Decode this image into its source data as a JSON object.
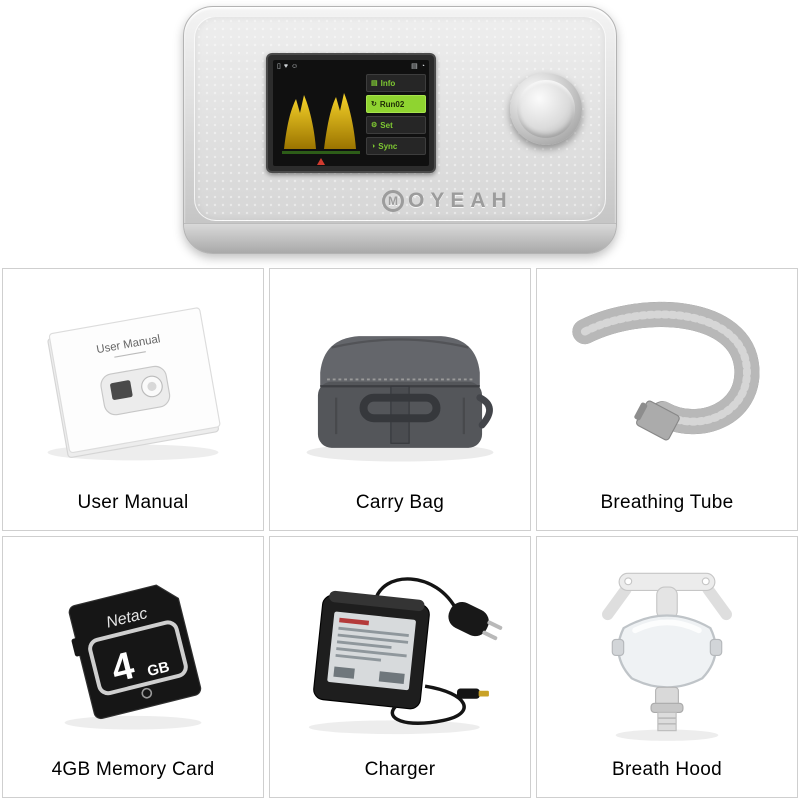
{
  "device": {
    "brand_initial": "M",
    "brand_rest": "OYEAH",
    "screen": {
      "status_left": [
        "▯",
        "♥",
        "☺"
      ],
      "status_right": [
        "▤",
        "◔"
      ],
      "menu_items": [
        {
          "icon": "▤",
          "label": "Info",
          "active": false
        },
        {
          "icon": "↻",
          "label": "Run02",
          "active": true
        },
        {
          "icon": "⚙",
          "label": "Set",
          "active": false
        },
        {
          "icon": "◑",
          "label": "Sync",
          "active": false
        }
      ]
    }
  },
  "manual": {
    "cover_title": "User Manual"
  },
  "memory_card": {
    "brand": "Netac",
    "capacity_number": "4",
    "capacity_unit": "GB"
  },
  "cards": [
    {
      "label": "User Manual"
    },
    {
      "label": "Carry Bag"
    },
    {
      "label": "Breathing Tube"
    },
    {
      "label": "4GB Memory Card"
    },
    {
      "label": "Charger"
    },
    {
      "label": "Breath Hood"
    }
  ]
}
